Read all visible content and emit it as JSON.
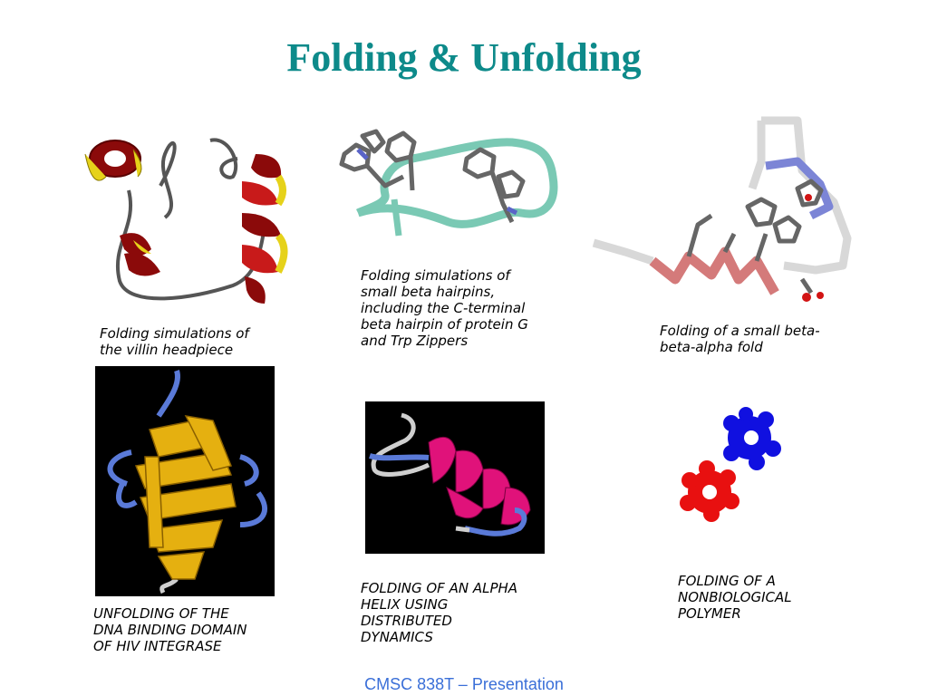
{
  "slide": {
    "title": "Folding & Unfolding",
    "footer": "CMSC 838T – Presentation"
  },
  "panels": [
    {
      "caption": "Folding simulations of\nthe villin headpiece"
    },
    {
      "caption": "Folding simulations of\nsmall beta hairpins,\nincluding the C-terminal\nbeta hairpin of protein G\nand Trp Zippers"
    },
    {
      "caption": "Folding of a small beta-\nbeta-alpha fold"
    },
    {
      "caption": "UNFOLDING OF THE\nDNA BINDING DOMAIN\nOF HIV INTEGRASE"
    },
    {
      "caption": "FOLDING OF AN ALPHA\nHELIX USING\nDISTRIBUTED\nDYNAMICS"
    },
    {
      "caption": "FOLDING OF A\nNONBIOLOGICAL\nPOLYMER"
    }
  ]
}
